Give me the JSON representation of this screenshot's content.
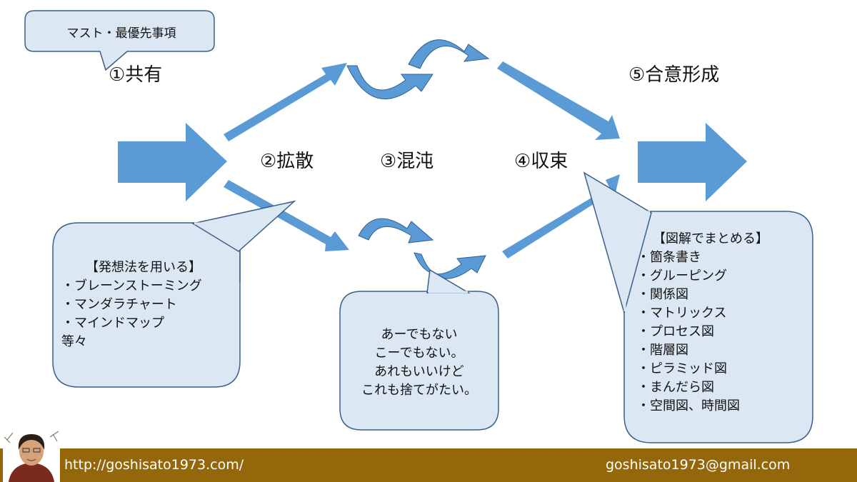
{
  "tag": {
    "text": "マスト・最優先事項"
  },
  "stages": {
    "share": "①共有",
    "diverge": "②拡散",
    "chaos": "③混沌",
    "converge": "④収束",
    "consensus": "⑤合意形成"
  },
  "left_callout": {
    "heading": "【発想法を用いる】",
    "items": [
      "・ブレーンストーミング",
      "・マンダラチャート",
      "・マインドマップ",
      "等々"
    ]
  },
  "middle_callout": {
    "lines": [
      "あーでもない",
      "こーでもない。",
      "あれもいいけど",
      "これも捨てがたい。"
    ]
  },
  "right_callout": {
    "heading": "【図解でまとめる】",
    "items": [
      "・箇条書き",
      "・グルーピング",
      "・関係図",
      "・マトリックス",
      "・プロセス図",
      "・階層図",
      "・ピラミッド図",
      "・まんだら図",
      "・空間図、時間図"
    ]
  },
  "footer": {
    "url": "http://goshisato1973.com/",
    "email": "goshisato1973@gmail.com"
  },
  "colors": {
    "arrow": "#5b9bd5",
    "callout_fill": "#dce7f4",
    "callout_stroke": "#3a5f8a",
    "footer": "#94680a"
  }
}
